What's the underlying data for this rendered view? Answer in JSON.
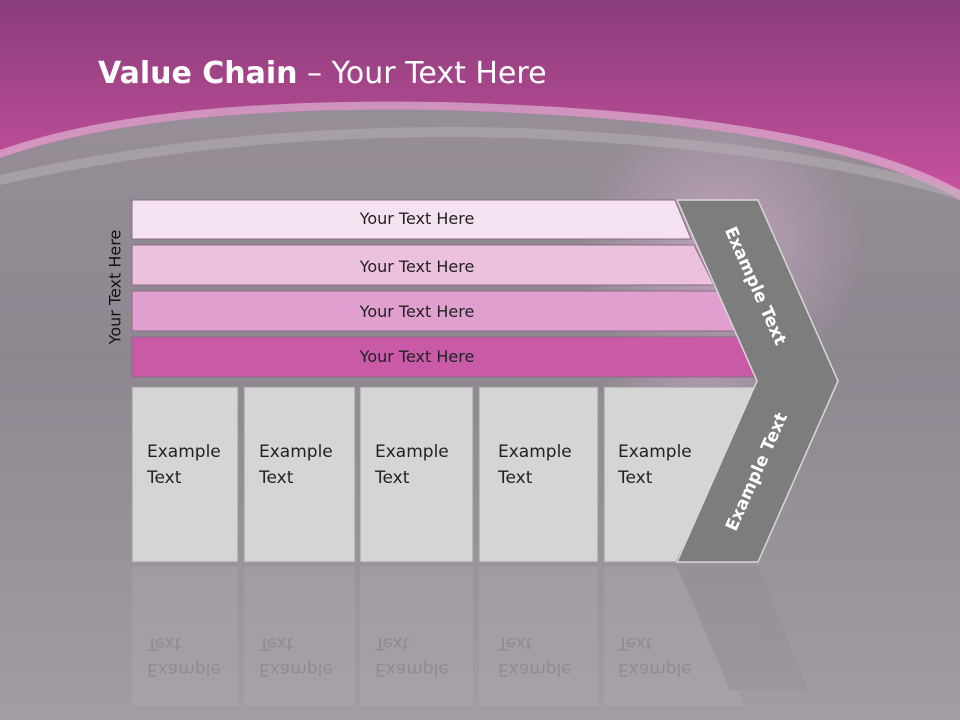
{
  "slide": {
    "title_bold": "Value Chain",
    "title_rest": " – Your Text Here",
    "side_label": "Your Text Here"
  },
  "bars": [
    {
      "label": "Your Text Here",
      "color": "#f5e2f1"
    },
    {
      "label": "Your Text Here",
      "color": "#ecc1de"
    },
    {
      "label": "Your Text Here",
      "color": "#e0a0cf"
    },
    {
      "label": "Your Text Here",
      "color": "#c95aa8"
    }
  ],
  "boxes": [
    {
      "line1": "Example",
      "line2": "Text"
    },
    {
      "line1": "Example",
      "line2": "Text"
    },
    {
      "line1": "Example",
      "line2": "Text"
    },
    {
      "line1": "Example",
      "line2": "Text"
    },
    {
      "line1": "Example",
      "line2": "Text"
    }
  ],
  "chevron": {
    "top_label": "Example Text",
    "bottom_label": "Example Text",
    "color": "#7d7d7d"
  },
  "colors": {
    "header_top": "#8a3c79",
    "header_bottom": "#c9529f",
    "box_fill": "#d5d5d5"
  }
}
